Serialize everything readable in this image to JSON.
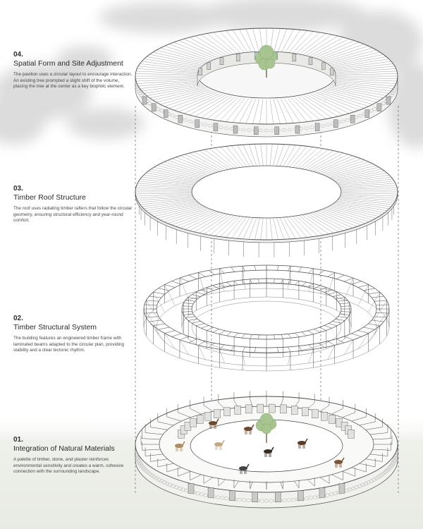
{
  "sections": [
    {
      "number": "04.",
      "title": "Spatial Form and Site Adjustment",
      "description": "The pavilion uses a circular layout to encourage interaction. An existing tree prompted a slight shift of the volume, placing the tree at the center as a key biophilic element."
    },
    {
      "number": "03.",
      "title": "Timber Roof Structure",
      "description": "The roof uses radiating timber rafters that follow the circular geometry, ensuring structural efficiency and year-round comfort."
    },
    {
      "number": "02.",
      "title": "Timber Structural System",
      "description": "The building features an engineered timber frame with laminated beams adapted to the circular plan, providing stability and a clear tectonic rhythm."
    },
    {
      "number": "01.",
      "title": "Integration of Natural Materials",
      "description": "A palette of timber, stone, and plaster reinforces environmental sensitivity and creates a warm, cohesive connection with the surrounding landscape."
    }
  ],
  "colors": {
    "line": "#4a4a4a",
    "ground": "#eef0ea",
    "cloud": "#dcdcdc",
    "tree": "#9fbf8a",
    "text": "#2b2b2b"
  }
}
